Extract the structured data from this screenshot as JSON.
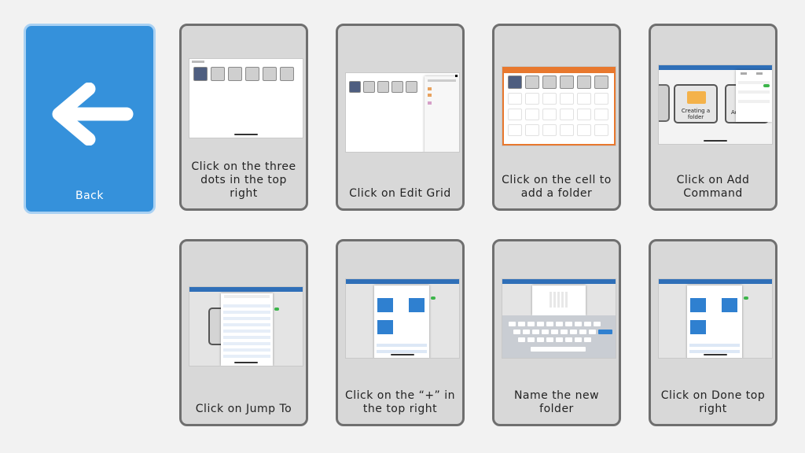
{
  "back_card": {
    "label": "Back",
    "icon": "arrow-left-icon",
    "color": "#3591db"
  },
  "cards": [
    {
      "label": "Click on the three dots in the top right"
    },
    {
      "label": "Click on Edit Grid"
    },
    {
      "label": "Click on the cell to add a folder"
    },
    {
      "label": "Click on Add Command"
    },
    {
      "label": "Click on Jump To"
    },
    {
      "label": "Click on the “+” in the top right"
    },
    {
      "label": "Name the new folder"
    },
    {
      "label": "Click on Done top right"
    }
  ],
  "screens": {
    "add_command_tile_label": "Creating a folder",
    "add_command_partial_label": "Add"
  },
  "colors": {
    "card_bg": "#d8d8d8",
    "card_border": "#6f6f6f",
    "page_bg": "#f2f2f2",
    "accent_blue": "#2f80d0",
    "accent_orange": "#e8782e"
  }
}
